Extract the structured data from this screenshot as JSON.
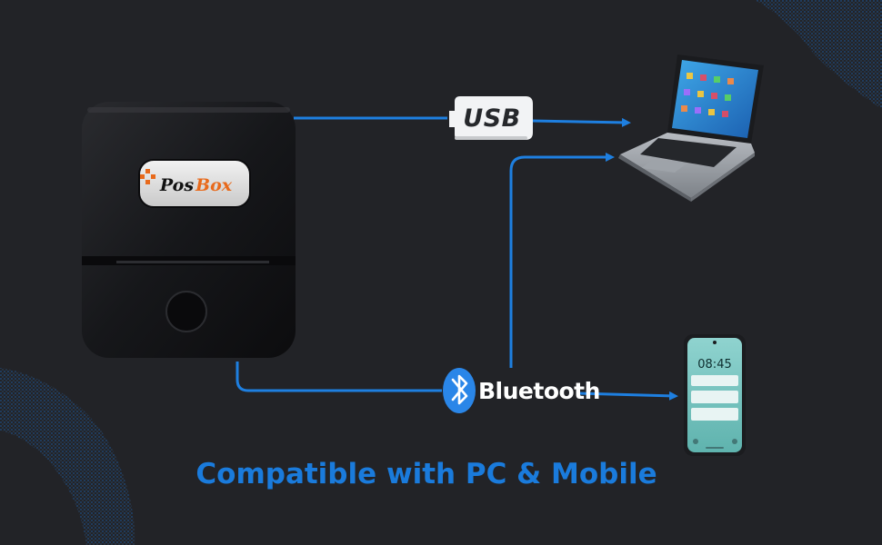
{
  "printer": {
    "brand_prefix": "Pos",
    "brand_suffix": "Box"
  },
  "connections": {
    "usb_label": "USB",
    "bluetooth_label": "Bluetooth"
  },
  "phone": {
    "clock": "08:45"
  },
  "caption": "Compatible with PC & Mobile",
  "colors": {
    "background": "#222327",
    "arrow": "#1e7fe0",
    "caption": "#1a7bdc",
    "bluetooth_badge": "#2a86e8",
    "brand_accent": "#e86a1c",
    "texture": "#1d6fd0"
  },
  "icons": [
    "usb-plug-icon",
    "bluetooth-icon",
    "laptop-icon",
    "smartphone-icon",
    "printer-icon"
  ]
}
